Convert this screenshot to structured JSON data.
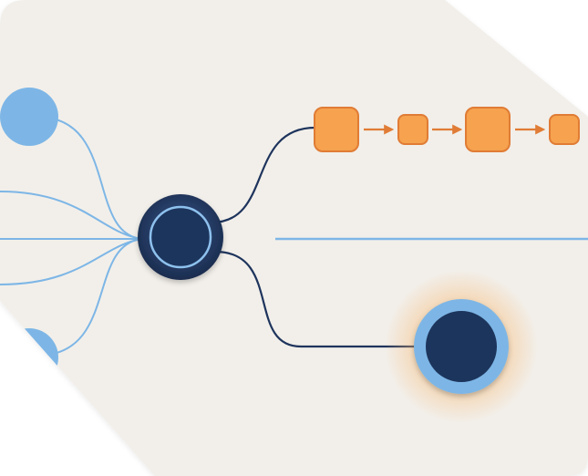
{
  "diagram": {
    "kind": "node-flow illustration",
    "colors": {
      "panel": "#F2EFEA",
      "light_blue": "#7DB6E6",
      "navy": "#1E345C",
      "orange": "#F6A24E",
      "orange_stroke": "#E07C35",
      "glow": "#F7B56B"
    },
    "inputs": [
      {
        "id": "input-node-top",
        "shape": "circle"
      },
      {
        "id": "input-node-bottom",
        "shape": "circle"
      }
    ],
    "hub": {
      "id": "hub-node",
      "shape": "circle"
    },
    "pipeline": [
      {
        "id": "step-1",
        "size": "large"
      },
      {
        "id": "step-2",
        "size": "small"
      },
      {
        "id": "step-3",
        "size": "large"
      },
      {
        "id": "step-4",
        "size": "small"
      }
    ],
    "output": {
      "id": "output-node",
      "shape": "circle",
      "highlighted": true
    },
    "connectors": {
      "input_lines": 5,
      "hub_to_pipeline": 1,
      "hub_to_output": 1,
      "pipeline_arrows": 3,
      "divider": 1
    }
  }
}
